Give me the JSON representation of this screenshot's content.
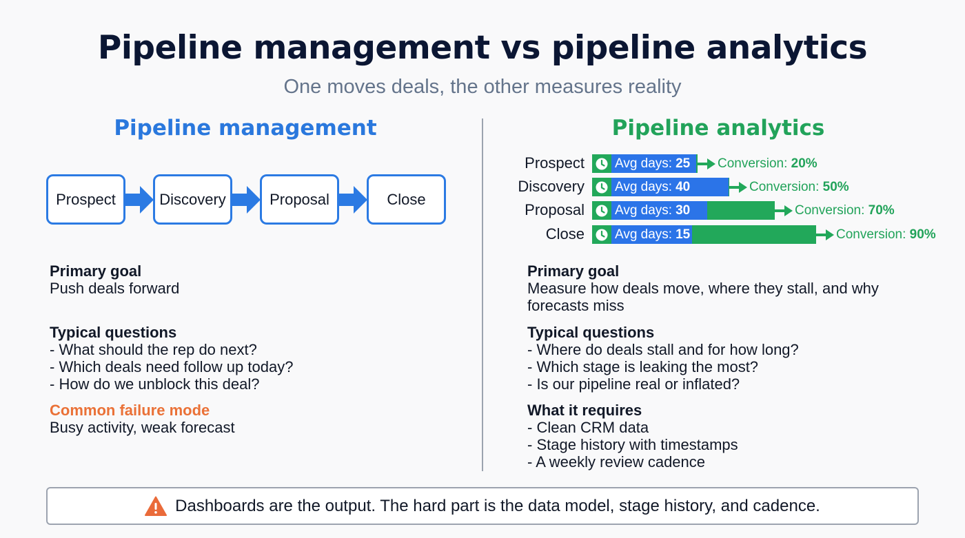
{
  "title": "Pipeline management vs pipeline analytics",
  "subtitle": "One moves deals, the other measures reality",
  "management": {
    "heading": "Pipeline management",
    "stages": [
      "Prospect",
      "Discovery",
      "Proposal",
      "Close"
    ],
    "primary_goal_label": "Primary goal",
    "primary_goal": "Push deals forward",
    "questions_label": "Typical questions",
    "questions": [
      "- What should the rep do next?",
      "- Which deals need follow up today?",
      "- How do we unblock this deal?"
    ],
    "failure_label": "Common failure mode",
    "failure": "Busy activity, weak forecast"
  },
  "analytics": {
    "heading": "Pipeline analytics",
    "avg_days_label": "Avg days:",
    "conversion_label": "Conversion:",
    "stages": [
      {
        "name": "Prospect",
        "avg_days": "25",
        "conversion": "20%"
      },
      {
        "name": "Discovery",
        "avg_days": "40",
        "conversion": "50%"
      },
      {
        "name": "Proposal",
        "avg_days": "30",
        "conversion": "70%"
      },
      {
        "name": "Close",
        "avg_days": "15",
        "conversion": "90%"
      }
    ],
    "primary_goal_label": "Primary goal",
    "primary_goal_lines": [
      "Measure how deals move, where they stall, and why",
      "forecasts miss"
    ],
    "questions_label": "Typical questions",
    "questions": [
      "- Where do deals stall and for how long?",
      "- Which stage is leaking the most?",
      "- Is our pipeline real or inflated?"
    ],
    "requires_label": "What it requires",
    "requires": [
      "- Clean CRM data",
      "- Stage history with timestamps",
      "- A weekly review cadence"
    ]
  },
  "footer": "Dashboards are the output. The hard part is the data model, stage history, and cadence.",
  "colors": {
    "blue": "#2b7ae3",
    "green": "#22a85a",
    "orange": "#ea7137",
    "title": "#0b1633"
  },
  "icons": [
    "arrow-right-icon",
    "clock-icon",
    "warning-icon"
  ]
}
